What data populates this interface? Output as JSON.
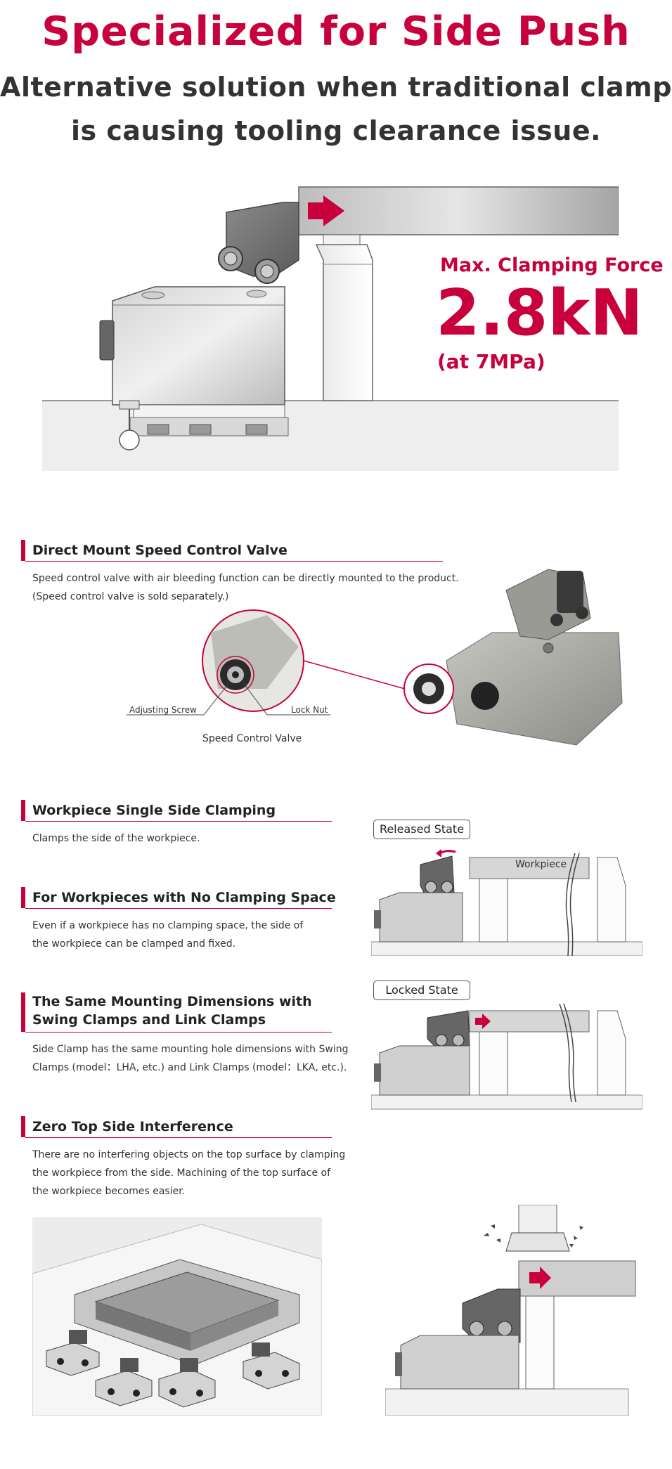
{
  "header": {
    "title": "Specialized for Side Push",
    "subtitle_line1": "Alternative solution when traditional clamp",
    "subtitle_line2": "is causing tooling clearance issue."
  },
  "hero": {
    "force_label": "Max. Clamping Force",
    "force_value": "2.8kN",
    "force_condition": "(at 7MPa)"
  },
  "speed_valve": {
    "title": "Direct Mount Speed Control Valve",
    "desc_line1": "Speed control valve with air bleeding function can be directly mounted to the product.",
    "desc_line2": "(Speed control valve is sold separately.)",
    "adjusting_screw": "Adjusting Screw",
    "lock_nut": "Lock Nut",
    "caption": "Speed Control Valve"
  },
  "single_side": {
    "title": "Workpiece Single Side Clamping",
    "desc": "Clamps the side of the workpiece."
  },
  "no_space": {
    "title": "For Workpieces with No Clamping Space",
    "desc_line1": "Even if a workpiece has no clamping space, the side of",
    "desc_line2": "the workpiece can be clamped and fixed."
  },
  "same_dims": {
    "title_line1": "The Same Mounting Dimensions with",
    "title_line2": "Swing Clamps and Link Clamps",
    "desc_line1": "Side Clamp has the same mounting hole dimensions with Swing",
    "desc_line2": "Clamps (model：LHA, etc.) and Link Clamps (model：LKA, etc.)."
  },
  "zero_top": {
    "title": "Zero Top Side Interference",
    "desc_line1": "There are no interfering objects on the top surface by clamping",
    "desc_line2": "the workpiece from the side. Machining of the top surface of",
    "desc_line3": "the workpiece becomes easier."
  },
  "states": {
    "released": "Released State",
    "locked": "Locked State",
    "workpiece": "Workpiece"
  },
  "colors": {
    "accent": "#c8003c",
    "steel": "#9a9a9a"
  }
}
